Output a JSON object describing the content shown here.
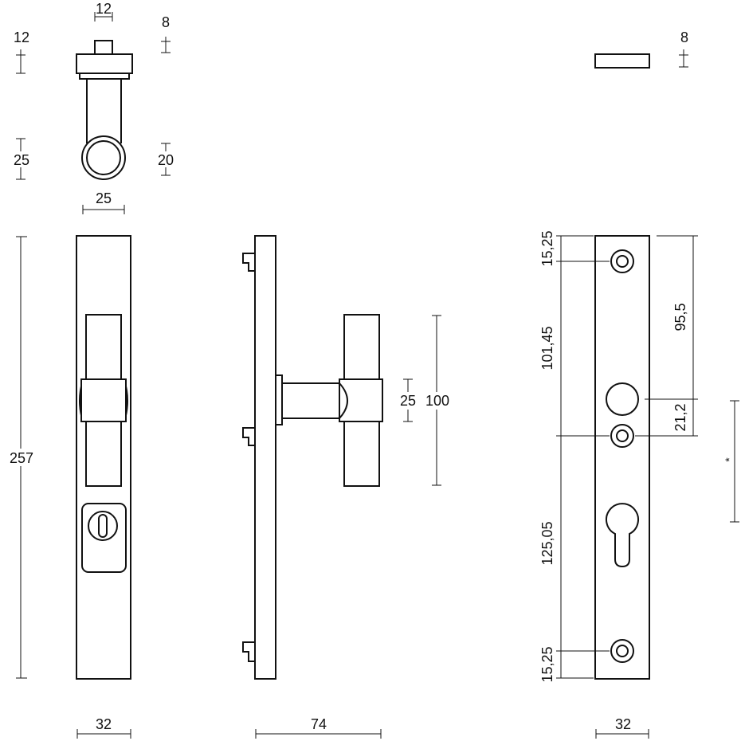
{
  "colors": {
    "line": "#111111",
    "background": "#ffffff"
  },
  "dimensions": {
    "top_view_width_knob": "12",
    "top_view_height_knob": "12",
    "top_view_cap": "8",
    "top_view_rose_height": "25",
    "top_view_ring": "20",
    "top_view_width": "25",
    "front_height": "257",
    "front_width": "32",
    "side_projection": "74",
    "side_grip_dia": "25",
    "side_grip_length": "100",
    "edge_thickness": "8",
    "back_top_margin": "15,25",
    "back_screw_spacing": "101,45",
    "back_lower_spacing": "125,05",
    "back_bottom_margin": "15,25",
    "back_top_to_spindle": "95,5",
    "back_spindle_to_screw": "21,2",
    "back_width": "32",
    "back_variable": "*"
  }
}
